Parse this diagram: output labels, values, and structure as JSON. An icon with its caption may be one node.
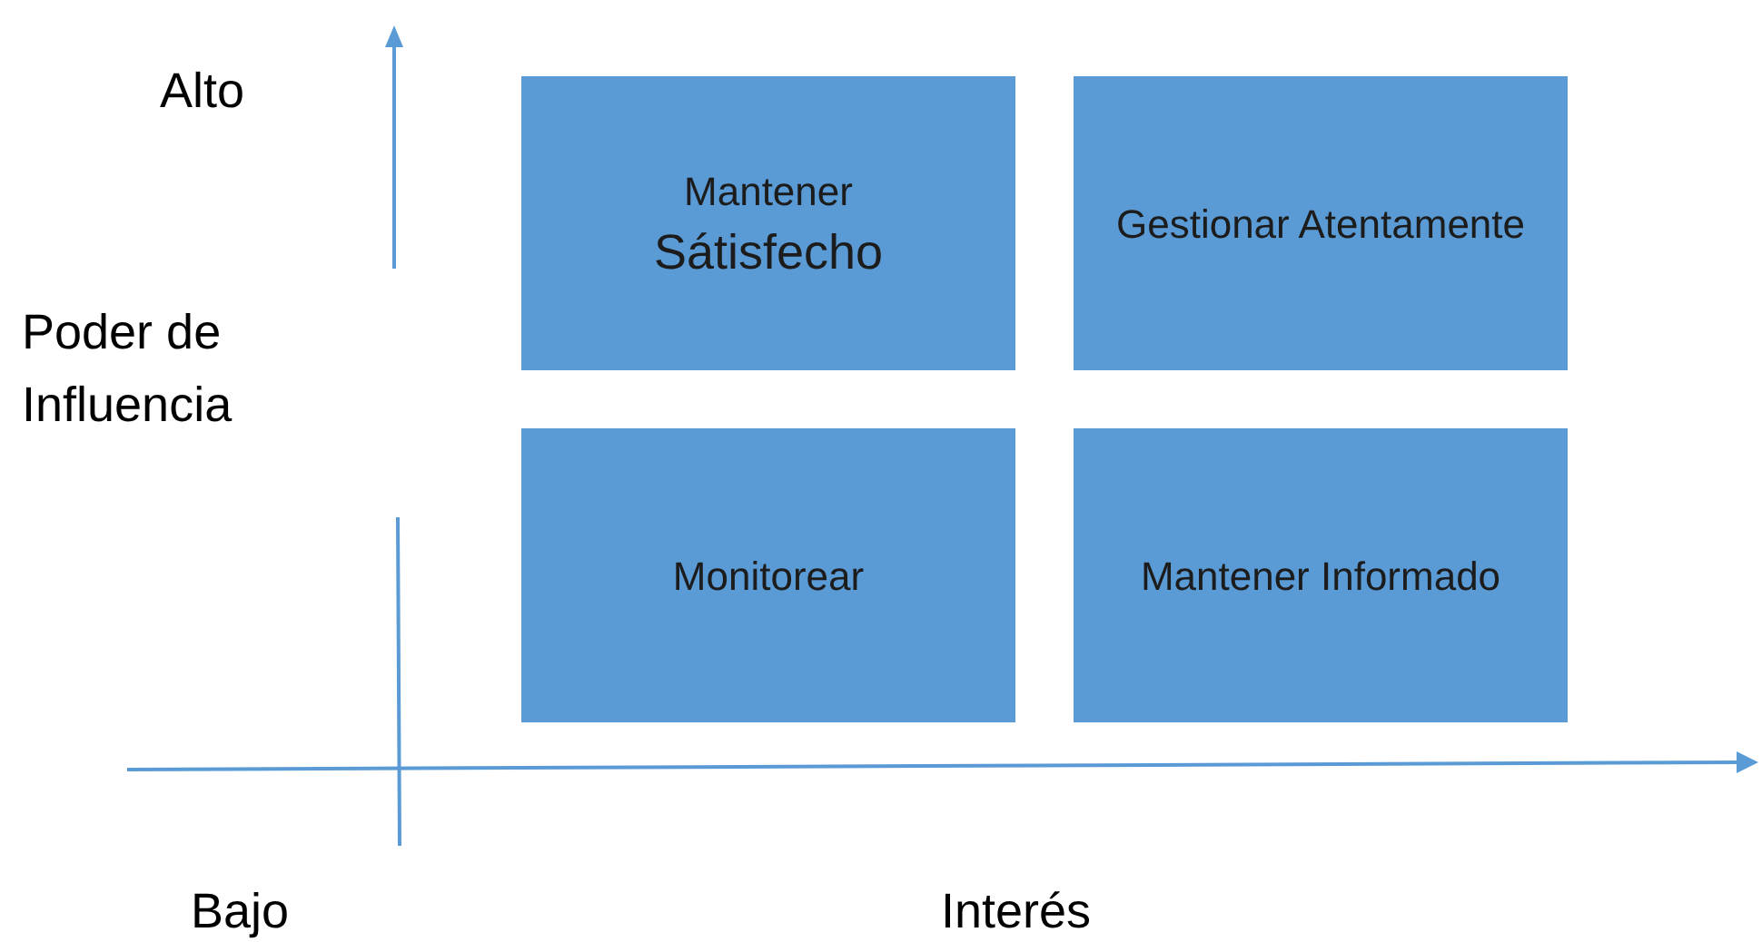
{
  "diagram": {
    "nodes": [
      {
        "text": [
          "Mantener",
          "Sátisfecho"
        ]
      },
      {
        "text": [
          "Gestionar Atentamente"
        ]
      },
      {
        "text": [
          "Monitorear"
        ]
      },
      {
        "text": [
          "Mantener Informado"
        ]
      }
    ],
    "labels": [
      "Alto",
      "Poder de Influencia",
      "Bajo",
      "Interés"
    ]
  }
}
